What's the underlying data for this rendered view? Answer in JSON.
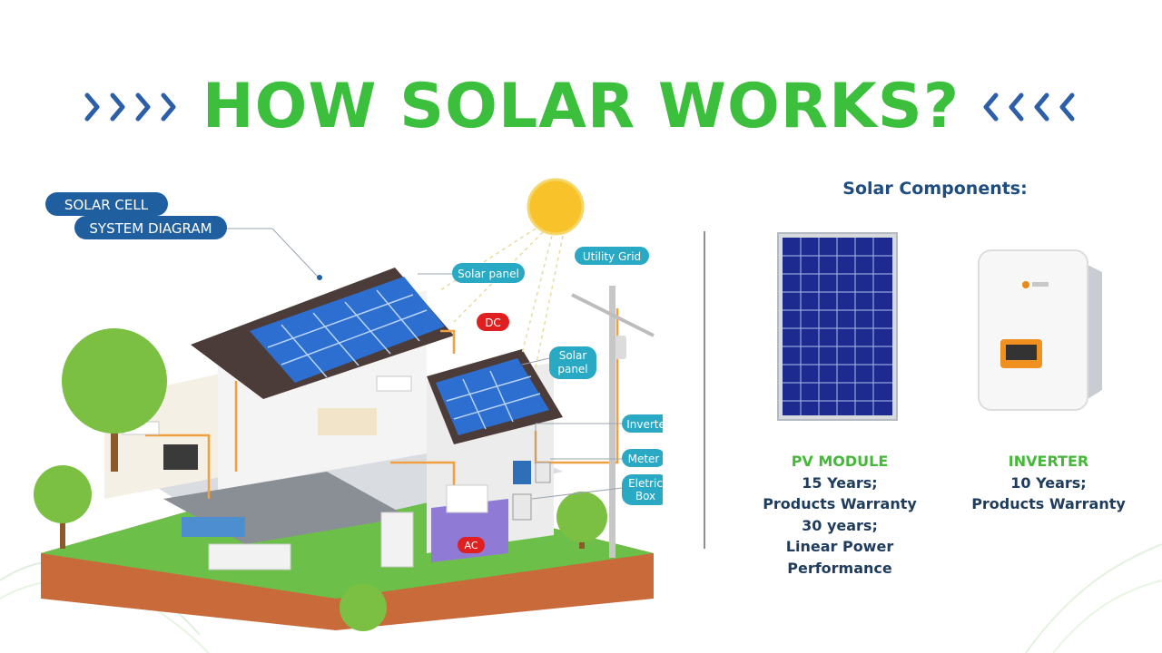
{
  "page": {
    "title": "HOW SOLAR WORKS?",
    "title_color": "#3cbf3c",
    "chevron_color": "#2c5fa8"
  },
  "diagram": {
    "badge_line1": "SOLAR CELL",
    "badge_line2": "SYSTEM DIAGRAM",
    "labels": {
      "solar_panel_top": "Solar panel",
      "dc": "DC",
      "solar_panel_side_1": "Solar",
      "solar_panel_side_2": "panel",
      "utility_grid": "Utility Grid",
      "inverter": "Inverter",
      "meter": "Meter",
      "electric_box_1": "Eletric",
      "electric_box_2": "Box",
      "ac": "AC"
    },
    "colors": {
      "badge": "#1f5fa0",
      "callout": "#2aa9c4",
      "dc_ac": "#e02020",
      "wire": "#f0a040",
      "grass": "#6cc04a"
    }
  },
  "components": {
    "heading": "Solar Components:",
    "pv": {
      "head": "PV MODULE",
      "line1": "15 Years;",
      "line2": "Products Warranty",
      "line3": "30 years;",
      "line4": "Linear Power",
      "line5": "Performance"
    },
    "inverter": {
      "head": "INVERTER",
      "line1": "10 Years;",
      "line2": "Products Warranty"
    }
  }
}
